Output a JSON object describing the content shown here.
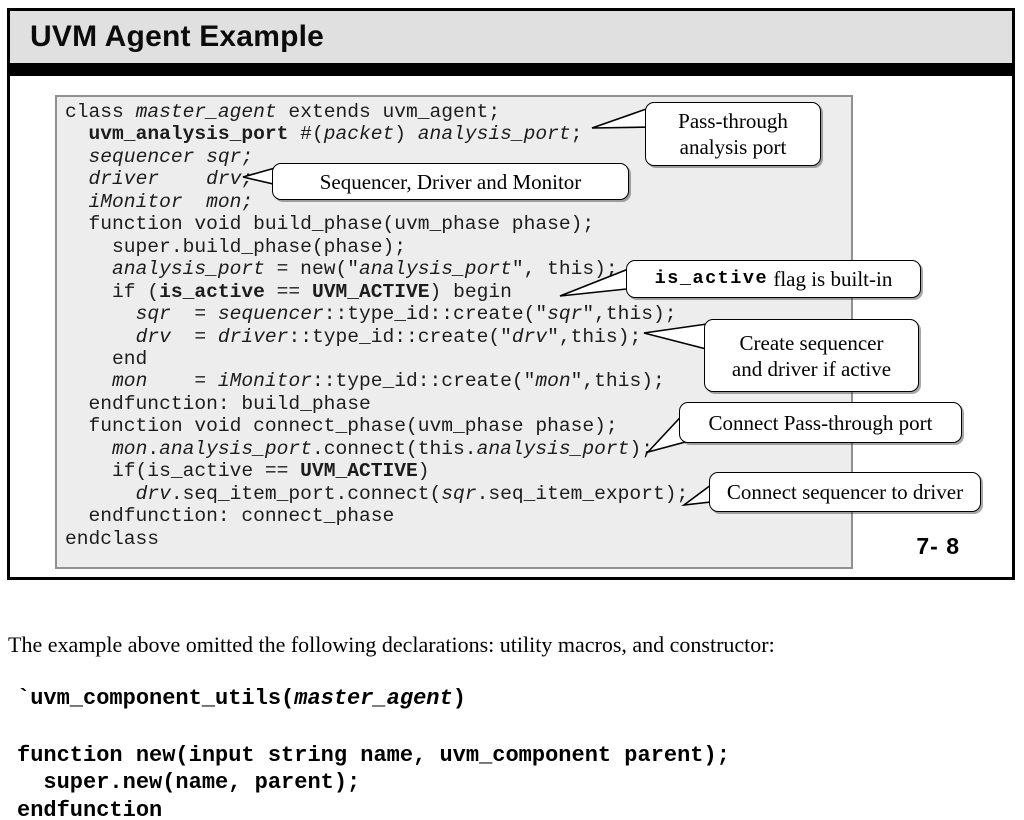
{
  "slide": {
    "title": "UVM Agent Example",
    "page_number": "7- 8"
  },
  "colors": {
    "title_bar_bg": "#e0e0e0",
    "code_panel_bg": "#ededed",
    "code_panel_border": "#909090",
    "frame_border": "#000000",
    "callout_bg": "#ffffff"
  },
  "code": {
    "lines": [
      [
        {
          "s": "n",
          "t": "class "
        },
        {
          "s": "i",
          "t": "master_agent"
        },
        {
          "s": "n",
          "t": " extends uvm_agent;"
        }
      ],
      [
        {
          "s": "n",
          "t": "  "
        },
        {
          "s": "b",
          "t": "uvm_analysis_port"
        },
        {
          "s": "n",
          "t": " #("
        },
        {
          "s": "i",
          "t": "packet"
        },
        {
          "s": "n",
          "t": ") "
        },
        {
          "s": "i",
          "t": "analysis_port"
        },
        {
          "s": "n",
          "t": ";"
        }
      ],
      [
        {
          "s": "n",
          "t": "  "
        },
        {
          "s": "i",
          "t": "sequencer sqr;"
        }
      ],
      [
        {
          "s": "n",
          "t": "  "
        },
        {
          "s": "i",
          "t": "driver    drv;"
        }
      ],
      [
        {
          "s": "n",
          "t": "  "
        },
        {
          "s": "i",
          "t": "iMonitor  mon;"
        }
      ],
      [
        {
          "s": "n",
          "t": "  function void build_phase(uvm_phase phase);"
        }
      ],
      [
        {
          "s": "n",
          "t": "    super.build_phase(phase);"
        }
      ],
      [
        {
          "s": "n",
          "t": "    "
        },
        {
          "s": "i",
          "t": "analysis_port"
        },
        {
          "s": "n",
          "t": " = new(\""
        },
        {
          "s": "i",
          "t": "analysis_port"
        },
        {
          "s": "n",
          "t": "\", this);"
        }
      ],
      [
        {
          "s": "n",
          "t": "    if ("
        },
        {
          "s": "b",
          "t": "is_active"
        },
        {
          "s": "n",
          "t": " == "
        },
        {
          "s": "b",
          "t": "UVM_ACTIVE"
        },
        {
          "s": "n",
          "t": ") begin"
        }
      ],
      [
        {
          "s": "n",
          "t": "      "
        },
        {
          "s": "i",
          "t": "sqr"
        },
        {
          "s": "n",
          "t": "  = "
        },
        {
          "s": "i",
          "t": "sequencer"
        },
        {
          "s": "n",
          "t": "::type_id::create(\""
        },
        {
          "s": "i",
          "t": "sqr"
        },
        {
          "s": "n",
          "t": "\",this);"
        }
      ],
      [
        {
          "s": "n",
          "t": "      "
        },
        {
          "s": "i",
          "t": "drv"
        },
        {
          "s": "n",
          "t": "  = "
        },
        {
          "s": "i",
          "t": "driver"
        },
        {
          "s": "n",
          "t": "::type_id::create(\""
        },
        {
          "s": "i",
          "t": "drv"
        },
        {
          "s": "n",
          "t": "\",this);"
        }
      ],
      [
        {
          "s": "n",
          "t": "    end"
        }
      ],
      [
        {
          "s": "n",
          "t": "    "
        },
        {
          "s": "i",
          "t": "mon"
        },
        {
          "s": "n",
          "t": "    = "
        },
        {
          "s": "i",
          "t": "iMonitor"
        },
        {
          "s": "n",
          "t": "::type_id::create(\""
        },
        {
          "s": "i",
          "t": "mon"
        },
        {
          "s": "n",
          "t": "\",this);"
        }
      ],
      [
        {
          "s": "n",
          "t": "  endfunction: build_phase"
        }
      ],
      [
        {
          "s": "n",
          "t": "  function void connect_phase(uvm_phase phase);"
        }
      ],
      [
        {
          "s": "n",
          "t": "    "
        },
        {
          "s": "i",
          "t": "mon"
        },
        {
          "s": "n",
          "t": "."
        },
        {
          "s": "i",
          "t": "analysis_port"
        },
        {
          "s": "n",
          "t": ".connect(this."
        },
        {
          "s": "i",
          "t": "analysis_port"
        },
        {
          "s": "n",
          "t": ");"
        }
      ],
      [
        {
          "s": "n",
          "t": "    if(is_active == "
        },
        {
          "s": "b",
          "t": "UVM_ACTIVE"
        },
        {
          "s": "n",
          "t": ")"
        }
      ],
      [
        {
          "s": "n",
          "t": "      "
        },
        {
          "s": "i",
          "t": "drv"
        },
        {
          "s": "n",
          "t": ".seq_item_port.connect("
        },
        {
          "s": "i",
          "t": "sqr"
        },
        {
          "s": "n",
          "t": ".seq_item_export);"
        }
      ],
      [
        {
          "s": "n",
          "t": "  endfunction: connect_phase"
        }
      ],
      [
        {
          "s": "n",
          "t": "endclass"
        }
      ]
    ]
  },
  "callouts": {
    "pass_through": {
      "line1": "Pass-through",
      "line2": "analysis port"
    },
    "sequencer_driver_monitor": {
      "text": "Sequencer, Driver and Monitor"
    },
    "is_active": {
      "code": "is_active",
      "text": " flag is built-in"
    },
    "create_sequencer": {
      "line1": "Create sequencer",
      "line2": "and driver if active"
    },
    "connect_pass_through": {
      "text": "Connect Pass-through port"
    },
    "connect_sequencer": {
      "text": "Connect sequencer to driver"
    }
  },
  "below": {
    "paragraph": "The example above omitted the following declarations: utility macros, and constructor:",
    "macro": {
      "prefix": "`uvm_component_utils(",
      "arg": "master_agent",
      "suffix": ")"
    },
    "constructor_lines": [
      "function new(input string name, uvm_component parent);",
      "  super.new(name, parent);",
      "endfunction"
    ]
  }
}
